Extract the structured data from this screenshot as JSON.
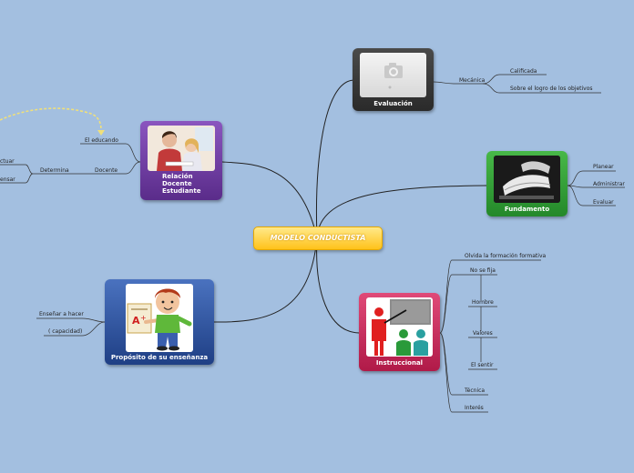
{
  "central": {
    "title": "MODELO CONDUCTISTA"
  },
  "nodes": {
    "evaluacion": {
      "title": "Evaluación",
      "color": "#3a3a3a"
    },
    "fundamento": {
      "title": "Fundamento",
      "color": "#2f9c2f"
    },
    "relacion": {
      "title": "Relación\nDocente\nEstudiante",
      "color": "#6e3a9e"
    },
    "instruccional": {
      "title": "Instruccional",
      "color": "#c8285a"
    },
    "proposito": {
      "title": "Propósito de su enseñanza",
      "color": "#2a4f93"
    }
  },
  "labels": {
    "mecanica": "Mecánica",
    "calificada": "Calificada",
    "sobre_logro": "Sobre el logro de los objetivos",
    "planear": "Planear",
    "administrar": "Administrar",
    "evaluar": "Evaluar",
    "el_educando": "El educando",
    "docente": "Docente",
    "determina": "Determina",
    "actuar": "ctuar",
    "pensar": "ensar",
    "olvida": "Olvida la formación formativa",
    "no_se_fija": "No se fija",
    "hombre": "Hombre",
    "valores": "Valores",
    "el_sentir": "El sentir",
    "tecnica": "Técnica",
    "interes": "Interés",
    "ensenar": "Enseñar a hacer",
    "capacidad": "( capacidad)"
  },
  "icons": {
    "evaluacion": "camera-placeholder-icon",
    "fundamento": "book-icon",
    "relacion": "teacher-student-icon",
    "instruccional": "presentation-icon",
    "proposito": "student-exam-icon"
  }
}
